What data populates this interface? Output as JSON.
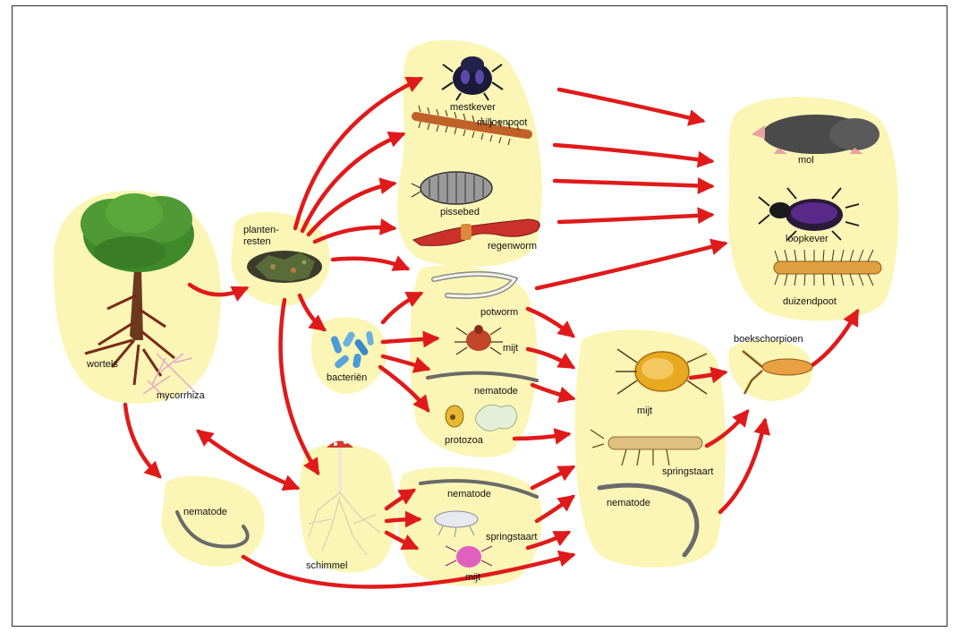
{
  "colors": {
    "blob": "#fbf6b2",
    "arrow": "#e01a1a",
    "outline": "#2a2a2a"
  },
  "labels": {
    "mestkever": "mestkever",
    "miljoenpoot": "miljoenpoot",
    "pissebed": "pissebed",
    "regenworm": "regenworm",
    "planten_line1": "planten-",
    "planten_line2": "resten",
    "potworm": "potworm",
    "mijt_small": "mijt",
    "bacterien": "bacteriën",
    "nematode_mid": "nematode",
    "protozoa": "protozoa",
    "wortels": "wortels",
    "mycorrhiza": "mycorrhiza",
    "mol": "mol",
    "loopkever": "loopkever",
    "duizendpoot": "duizendpoot",
    "boekschorpioen": "boekschorpioen",
    "mijt_big": "mijt",
    "springstaart_right": "springstaart",
    "nematode_right": "nematode",
    "nematode_left": "nematode",
    "schimmel": "schimmel",
    "nematode_bottom": "nematode",
    "springstaart_bottom": "springstaart",
    "mijt_bottom": "mijt"
  },
  "icons": {
    "mestkever": "dung-beetle-icon",
    "miljoenpoot": "millipede-icon",
    "pissebed": "woodlouse-icon",
    "regenworm": "earthworm-icon",
    "plantenresten": "plant-litter-icon",
    "potworm": "potworm-icon",
    "mijt": "mite-icon",
    "bacterien": "bacteria-icon",
    "nematode": "nematode-icon",
    "protozoa": "protozoa-icon",
    "tree": "tree-icon",
    "mycorrhiza": "mycorrhiza-icon",
    "mol": "mole-icon",
    "loopkever": "ground-beetle-icon",
    "duizendpoot": "centipede-icon",
    "boekschorpioen": "pseudoscorpion-icon",
    "springstaart": "springtail-icon",
    "schimmel": "fungus-icon"
  }
}
